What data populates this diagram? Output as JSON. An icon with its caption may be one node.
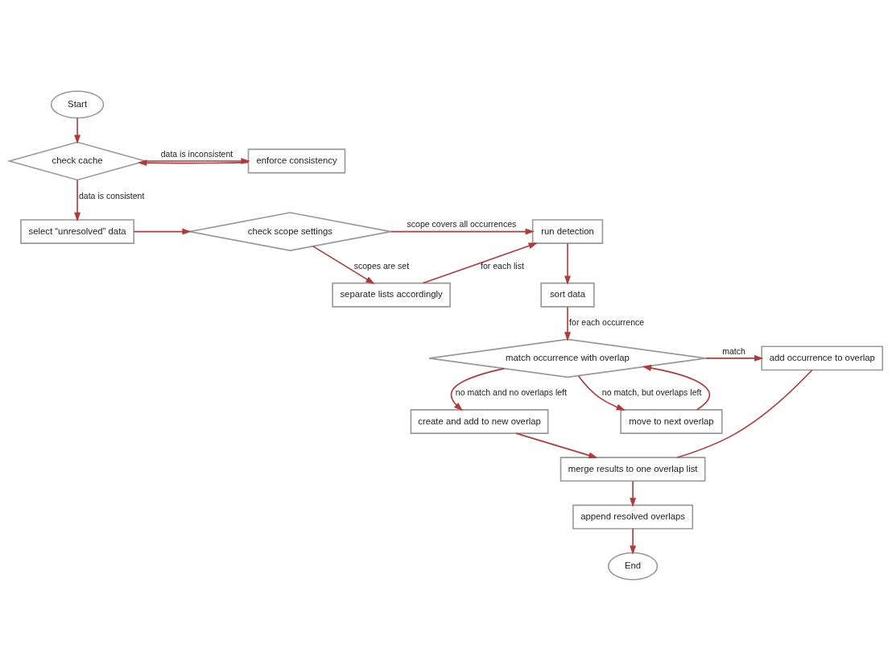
{
  "diagram": {
    "nodes": [
      {
        "text": [
          "Start"
        ]
      },
      {
        "text": [
          "check cache"
        ]
      },
      {
        "text": [
          "enforce consistency"
        ]
      },
      {
        "text": [
          "select “unresolved” data"
        ]
      },
      {
        "text": [
          "check scope settings"
        ]
      },
      {
        "text": [
          "separate lists accordingly"
        ]
      },
      {
        "text": [
          "run detection"
        ]
      },
      {
        "text": [
          "sort data"
        ]
      },
      {
        "text": [
          "match occurrence with overlap"
        ]
      },
      {
        "text": [
          "create and add to new overlap"
        ]
      },
      {
        "text": [
          "add occurrence to overlap"
        ]
      },
      {
        "text": [
          "move to next overlap"
        ]
      },
      {
        "text": [
          "merge results to one overlap list"
        ]
      },
      {
        "text": [
          "append resolved overlaps"
        ]
      },
      {
        "text": [
          "End"
        ]
      }
    ],
    "edges": [
      {
        "from": 0,
        "to": 1,
        "arrow": "to"
      },
      {
        "from": 1,
        "to": 2,
        "arrow": "to",
        "label": "data is inconsistent"
      },
      {
        "from": 2,
        "to": 1,
        "arrow": "to"
      },
      {
        "from": 1,
        "to": 3,
        "arrow": "to",
        "label": "data is consistent"
      },
      {
        "from": 3,
        "to": 4,
        "arrow": "to"
      },
      {
        "from": 4,
        "to": 5,
        "arrow": "to",
        "label": "scopes are set"
      },
      {
        "from": 4,
        "to": 6,
        "arrow": "to",
        "label": "scope covers all occurrences"
      },
      {
        "from": 5,
        "to": 6,
        "arrow": "to",
        "label": "for each list"
      },
      {
        "from": 6,
        "to": 7,
        "arrow": "to"
      },
      {
        "from": 7,
        "to": 8,
        "arrow": "to",
        "label": "for each occurrence"
      },
      {
        "from": 8,
        "to": 9,
        "arrow": "to",
        "label": "no match and no overlaps left"
      },
      {
        "from": 8,
        "to": 10,
        "arrow": "to",
        "label": "match"
      },
      {
        "from": 8,
        "to": 11,
        "arrow": "to",
        "label": "no match, but overlaps left"
      },
      {
        "from": 11,
        "to": 8,
        "arrow": "to"
      },
      {
        "from": 9,
        "to": 12,
        "arrow": "to"
      },
      {
        "from": 10,
        "to": 12,
        "arrow": "none"
      },
      {
        "from": 12,
        "to": 13,
        "arrow": "to"
      },
      {
        "from": 13,
        "to": 14,
        "arrow": "to"
      }
    ]
  }
}
